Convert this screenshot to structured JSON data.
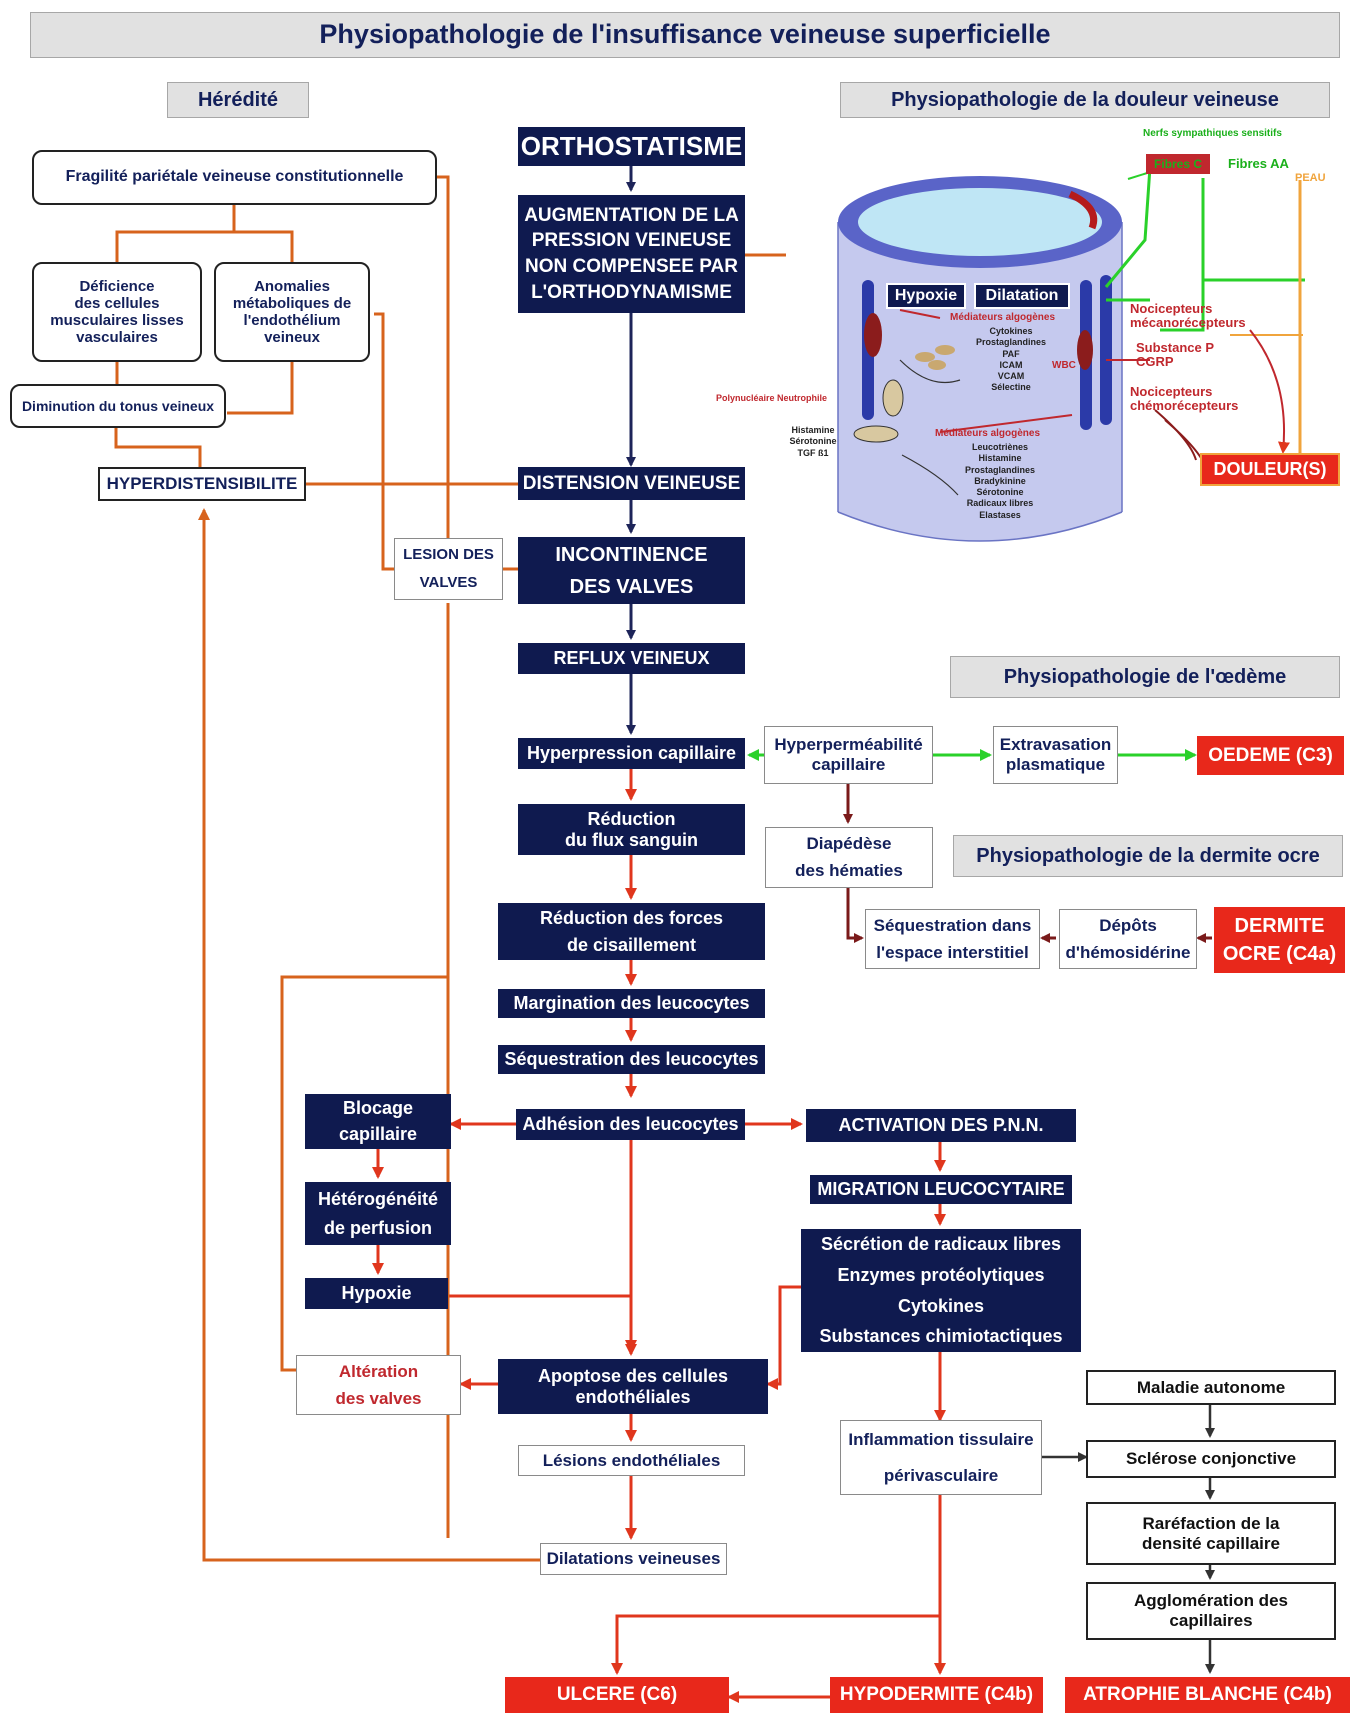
{
  "title": "Physiopathologie de l'insuffisance veineuse superficielle",
  "headers": {
    "heredite": "Hérédité",
    "douleur": "Physiopathologie de la douleur veineuse",
    "oedeme": "Physiopathologie de l'œdème",
    "dermite": "Physiopathologie de la dermite ocre"
  },
  "heredity": {
    "fragilite": "Fragilité pariétale veineuse constitutionnelle",
    "deficience": [
      "Déficience",
      "des cellules",
      "musculaires lisses",
      "vasculaires"
    ],
    "anomalies": [
      "Anomalies",
      "métaboliques de",
      "l'endothélium",
      "veineux"
    ],
    "diminution": "Diminution du tonus veineux",
    "hyperdistensibilite": "HYPERDISTENSIBILITE",
    "lesion_valves": [
      "LESION DES",
      "VALVES"
    ]
  },
  "main_chain": {
    "orthostatisme": "ORTHOSTATISME",
    "augmentation": [
      "AUGMENTATION DE LA",
      "PRESSION VEINEUSE",
      "NON COMPENSEE PAR",
      "L'ORTHODYNAMISME"
    ],
    "distension": "DISTENSION VEINEUSE",
    "incontinence": [
      "INCONTINENCE",
      "DES VALVES"
    ],
    "reflux": "REFLUX VEINEUX",
    "hyperpression": "Hyperpression capillaire",
    "reduction_flux": [
      "Réduction",
      "du flux sanguin"
    ],
    "reduction_forces": [
      "Réduction des forces",
      "de cisaillement"
    ],
    "margination": "Margination des leucocytes",
    "sequestration_leuco": "Séquestration des leucocytes",
    "adhesion": "Adhésion des leucocytes",
    "apoptose": [
      "Apoptose des cellules",
      "endothéliales"
    ],
    "lesions_endo": "Lésions endothéliales",
    "dilatations": "Dilatations veineuses"
  },
  "left_branch": {
    "blocage": [
      "Blocage",
      "capillaire"
    ],
    "heterogeneite": [
      "Hétérogénéité",
      "de perfusion"
    ],
    "hypoxie": "Hypoxie",
    "alteration": [
      "Altération",
      "des valves"
    ]
  },
  "right_branch": {
    "activation": "ACTIVATION DES P.N.N.",
    "migration": "MIGRATION LEUCOCYTAIRE",
    "secretion": [
      "Sécrétion de radicaux libres",
      "Enzymes protéolytiques",
      "Cytokines",
      "Substances chimiotactiques"
    ],
    "inflammation": [
      "Inflammation tissulaire",
      "périvasculaire"
    ]
  },
  "oedema": {
    "hyperpermeabilite": [
      "Hyperperméabilité",
      "capillaire"
    ],
    "extravasation": [
      "Extravasation",
      "plasmatique"
    ],
    "oedeme": "OEDEME (C3)"
  },
  "dermite": {
    "diapedese": [
      "Diapédèse",
      "des hématies"
    ],
    "sequestration": [
      "Séquestration dans",
      "l'espace interstitiel"
    ],
    "depots": [
      "Dépôts",
      "d'hémosidérine"
    ],
    "dermite_ocre": [
      "DERMITE",
      "OCRE (C4a)"
    ]
  },
  "autonomous": {
    "maladie": "Maladie autonome",
    "sclerose": "Sclérose conjonctive",
    "rarefaction": [
      "Raréfaction de la",
      "densité capillaire"
    ],
    "agglomeration": [
      "Agglomération des",
      "capillaires"
    ]
  },
  "outcomes": {
    "ulcere": "ULCERE (C6)",
    "hypodermite": "HYPODERMITE (C4b)",
    "atrophie": "ATROPHIE BLANCHE (C4b)"
  },
  "pain": {
    "hypoxie_tag": "Hypoxie",
    "dilatation_tag": "Dilatation",
    "nerfs": "Nerfs sympathiques sensitifs",
    "fibres_c": "Fibres C",
    "fibres_aa": "Fibres AA",
    "peau": "PEAU",
    "mediateurs_1": "Médiateurs algogènes",
    "mediateurs_1_list": [
      "Cytokines",
      "Prostaglandines",
      "PAF",
      "ICAM",
      "VCAM",
      "Sélectine"
    ],
    "mediateurs_2": "Médiateurs algogènes",
    "mediateurs_2_list": [
      "Leucotriènes",
      "Histamine",
      "Prostaglandines",
      "Bradykinine",
      "Sérotonine",
      "Radicaux libres",
      "Elastases"
    ],
    "polynucleaire": "Polynucléaire Neutrophile",
    "histamine_list": [
      "Histamine",
      "Sérotonine",
      "TGF ß1"
    ],
    "wbc": "WBC",
    "nocicepteurs_meca": [
      "Nocicepteurs",
      "mécanorécepteurs"
    ],
    "substance_p": [
      "Substance P",
      "CGRP"
    ],
    "nocicepteurs_chemo": [
      "Nocicepteurs",
      "chémorécepteurs"
    ],
    "douleurs": "DOULEUR(S)"
  },
  "colors": {
    "dark_box": "#0f1a4f",
    "arrow_orange": "#d7631d",
    "arrow_red": "#e0361d",
    "arrow_dark": "#1d2459",
    "arrow_green": "#2ad12a",
    "outcome_red": "#e8281b",
    "header_grey": "#e1e1e1"
  }
}
